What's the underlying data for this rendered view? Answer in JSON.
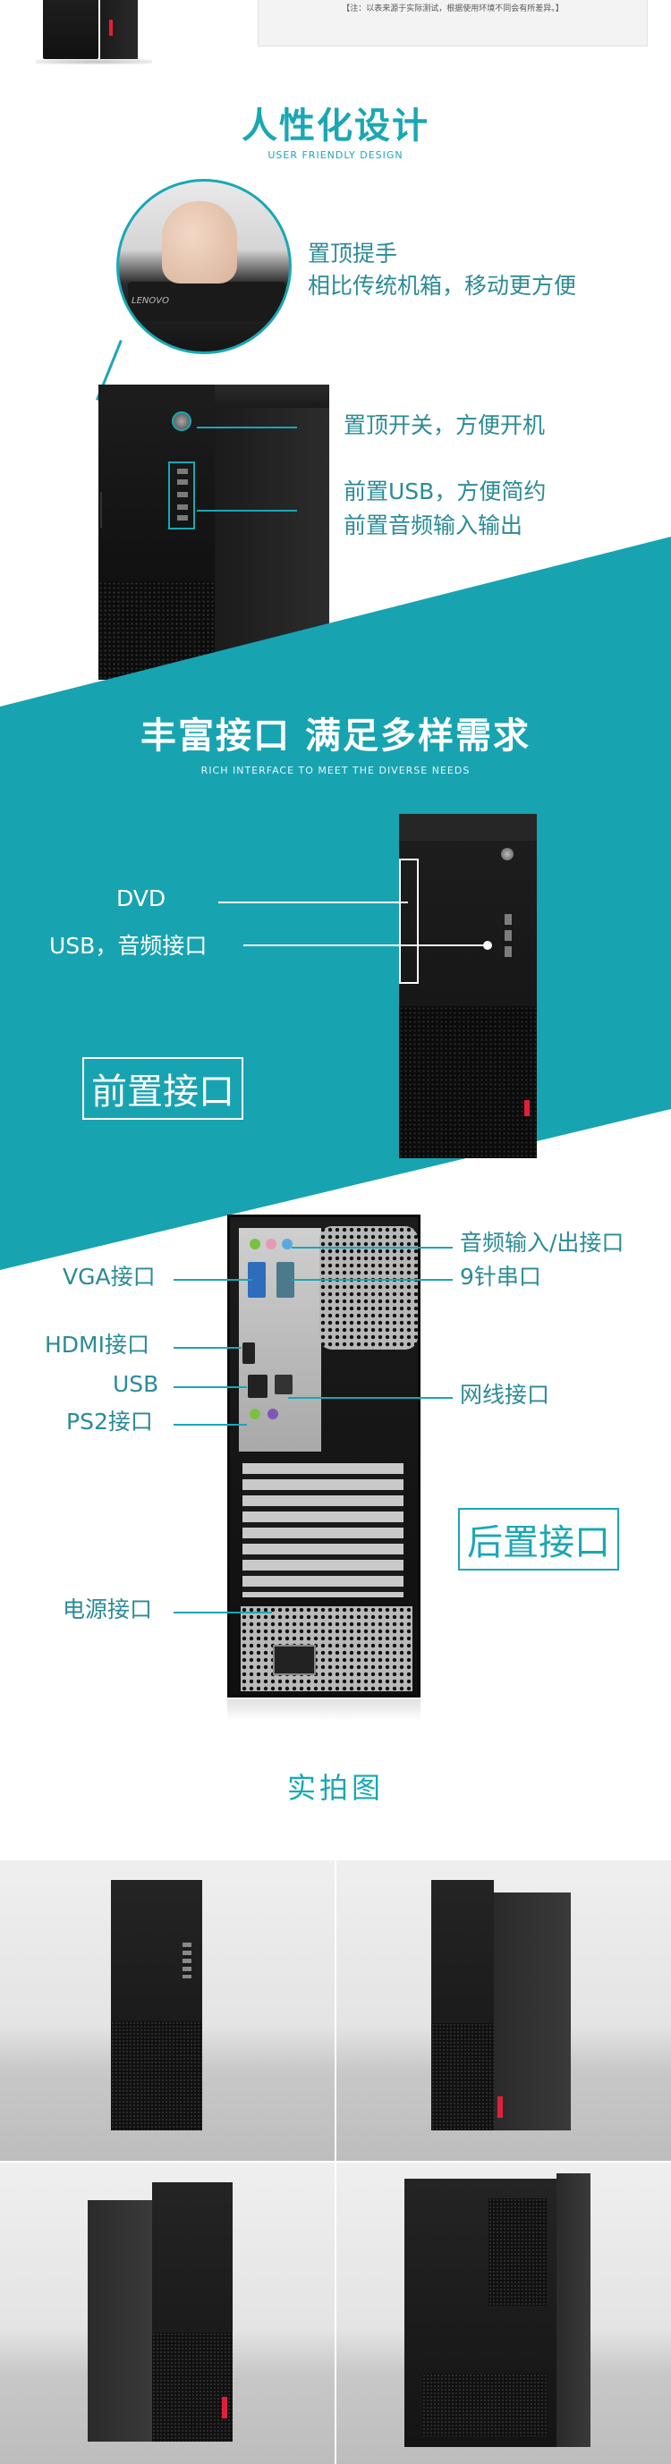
{
  "top": {
    "note": "【注：以表来源于实际测试，根据使用环境不同会有所差异。】"
  },
  "design": {
    "title": "人性化设计",
    "subtitle": "USER FRIENDLY DESIGN",
    "callouts": {
      "handle_line1": "置顶提手",
      "handle_line2": "相比传统机箱，移动更方便",
      "power": "置顶开关，方便开机",
      "usb_line1": "前置USB，方便简约",
      "usb_line2": "前置音频输入输出"
    },
    "zoom_logo": "LENOVO"
  },
  "interfaces": {
    "title": "丰富接口 满足多样需求",
    "subtitle": "RICH INTERFACE TO MEET THE DIVERSE NEEDS",
    "front_labels": {
      "dvd": "DVD",
      "usb_audio": "USB，音频接口"
    },
    "front_box": "前置接口",
    "rear_labels": {
      "audio": "音频输入/出接口",
      "vga": "VGA接口",
      "serial": "9针串口",
      "hdmi": "HDMI接口",
      "usb": "USB",
      "lan": "网线接口",
      "ps2": "PS2接口",
      "power": "电源接口"
    },
    "rear_box": "后置接口"
  },
  "photos": {
    "title": "实拍图"
  },
  "colors": {
    "accent": "#1aa7b4",
    "brand_red": "#e0203a"
  }
}
